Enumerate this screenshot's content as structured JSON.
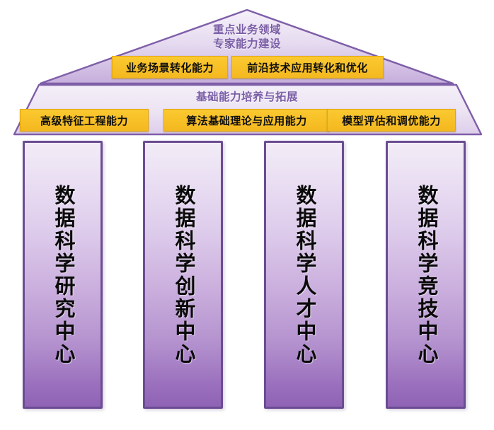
{
  "diagram": {
    "pediment": {
      "title_line_1": "重点业务领域",
      "title_line_2": "专家能力建设",
      "chips": [
        {
          "label": "业务场景转化能力"
        },
        {
          "label": "前沿技术应用转化和优化"
        }
      ]
    },
    "architrave": {
      "title": "基础能力培养与拓展",
      "chips": [
        {
          "label": "高级特征工程能力"
        },
        {
          "label": "算法基础理论与应用能力"
        },
        {
          "label": "模型评估和调优能力"
        }
      ]
    },
    "pillars": [
      {
        "label": "数据科学研究中心"
      },
      {
        "label": "数据科学创新中心"
      },
      {
        "label": "数据科学人才中心"
      },
      {
        "label": "数据科学竞技中心"
      }
    ],
    "colors": {
      "roof_fill_light": "#efe6f5",
      "roof_fill_dark": "#c3a9da",
      "outline_purple": "#7e5ea8",
      "pillar_border": "#6b4c93",
      "chip_yellow": "#fbc930",
      "title_purple": "#7a5ea6",
      "chip_text": "#101010"
    }
  }
}
